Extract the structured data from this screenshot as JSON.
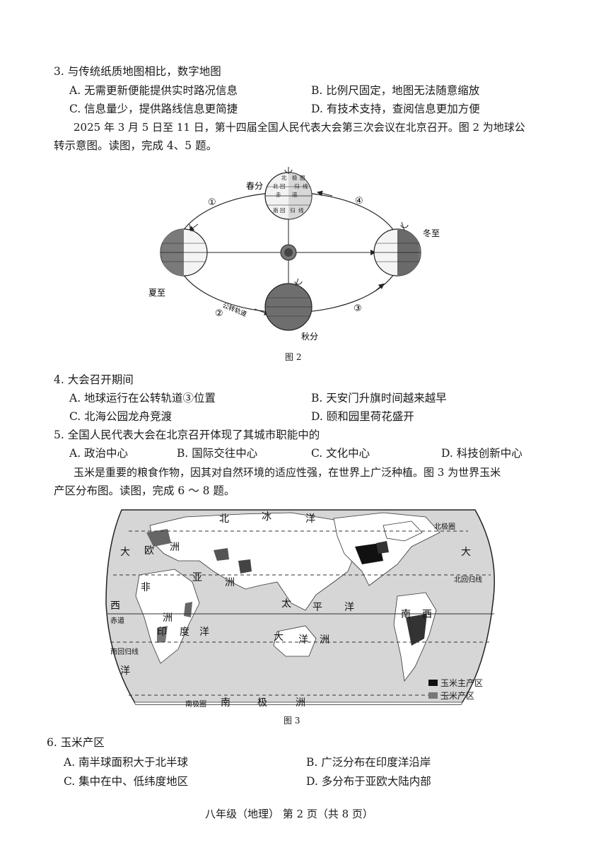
{
  "q3": {
    "stem": "3. 与传统纸质地图相比，数字地图",
    "A": "A. 无需更新便能提供实时路况信息",
    "B": "B. 比例尺固定，地图无法随意缩放",
    "C": "C. 信息量少，提供路线信息更简捷",
    "D": "D. 有技术支持，查阅信息更加方便"
  },
  "intro1": {
    "line1": "2025 年 3 月 5 日至 11 日，第十四届全国人民代表大会第三次会议在北京召开。图 2 为地球公",
    "line2": "转示意图。读图，完成 4、5 题。"
  },
  "fig2": {
    "caption": "图 2",
    "spring": "春分",
    "summer": "夏至",
    "autumn": "秋分",
    "winter": "冬至",
    "orbit_label": "公转轨道",
    "m1": "①",
    "m2": "②",
    "m3": "③",
    "m4": "④",
    "globe_lines": [
      "北",
      "极",
      "圈",
      "北",
      "回",
      "归",
      "线",
      "赤",
      "道",
      "南",
      "回",
      "归",
      "线"
    ]
  },
  "q4": {
    "stem": "4. 大会召开期间",
    "A": "A. 地球运行在公转轨道③位置",
    "B": "B. 天安门升旗时间越来越早",
    "C": "C. 北海公园龙舟竞渡",
    "D": "D. 颐和园里荷花盛开"
  },
  "q5": {
    "stem": "5. 全国人民代表大会在北京召开体现了其城市职能中的",
    "A": "A. 政治中心",
    "B": "B. 国际交往中心",
    "C": "C. 文化中心",
    "D": "D. 科技创新中心"
  },
  "intro2": {
    "line1": "玉米是重要的粮食作物，因其对自然环境的适应性强，在世界上广泛种植。图 3 为世界玉米",
    "line2": "产区分布图。读图，完成 6 ～ 8 题。"
  },
  "fig3": {
    "caption": "图 3",
    "legend_main": "玉米主产区",
    "legend_prod": "玉米产区",
    "north_tropic": "北回归线",
    "equator": "赤道",
    "south_tropic": "南回归线",
    "antarctic_circle": "南极圈",
    "arctic_circle": "北极圈",
    "labels": {
      "bei": "北",
      "bing": "冰",
      "yang": "洋",
      "da": "大",
      "xi": "西",
      "ou": "欧",
      "zhou": "洲",
      "ya": "亚",
      "fei": "非",
      "yin": "印",
      "du": "度",
      "tai": "太",
      "ping": "平",
      "nan": "南",
      "ji": "极"
    }
  },
  "q6": {
    "stem": "6. 玉米产区",
    "A": "A. 南半球面积大于北半球",
    "B": "B. 广泛分布在印度洋沿岸",
    "C": "C. 集中在中、低纬度地区",
    "D": "D. 多分布于亚欧大陆内部"
  },
  "footer": "八年级（地理） 第 2 页（共 8 页）"
}
